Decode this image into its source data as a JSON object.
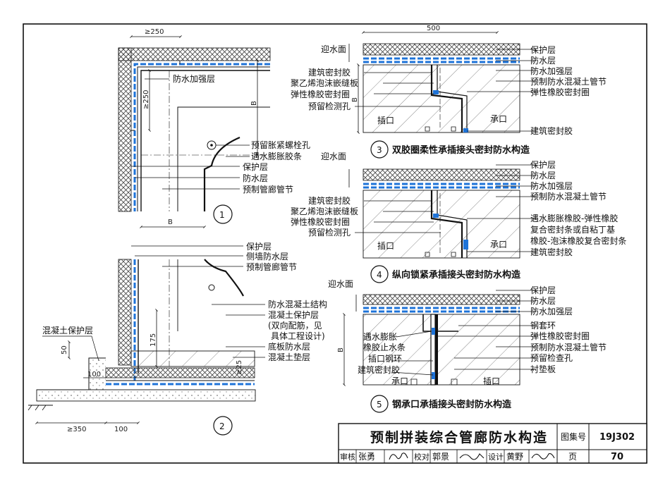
{
  "colors": {
    "waterproof": "#1e73d8",
    "line": "#111111",
    "hatch": "#444444"
  },
  "detail1": {
    "number": "1",
    "dim_top": "≥250",
    "dim_side": "≥250",
    "dim_B_side": "B",
    "dim_B_bottom": "B",
    "labels": [
      "防水加强层",
      "预留胀紧螺栓孔",
      "遇水膨胀胶条",
      "保护层",
      "防水层",
      "预制管廊管节"
    ]
  },
  "detail2": {
    "number": "2",
    "labels_top": [
      "保护层",
      "侧墙防水层",
      "预制管廊管节"
    ],
    "labels_right": [
      "防水混凝土结构",
      "混凝土保护层",
      "(双向配筋，见",
      "具体工程设计)",
      "底板防水层",
      "混凝土垫层"
    ],
    "label_left": "混凝土保护层",
    "dim_50": "50",
    "dim_100a": "100",
    "dim_175": "175",
    "dim_25": "≥25",
    "dim_350": "≥350",
    "dim_100b": "100"
  },
  "detail3": {
    "number": "3",
    "title": "双胶圈柔性承插接头密封防水构造",
    "dim_top": "500",
    "dim_B": "B",
    "water_side": "迎水面",
    "labels_left": [
      "建筑密封胶",
      "聚乙烯泡沫嵌缝板",
      "弹性橡胶密封圈",
      "预留检测孔"
    ],
    "labels_right": [
      "保护层",
      "防水层",
      "防水加强层",
      "预制防水混凝土管节",
      "弹性橡胶密封圈"
    ],
    "label_bottom_right": "建筑密封胶",
    "spigot": "插口",
    "socket": "承口"
  },
  "detail4": {
    "number": "4",
    "title": "纵向锁紧承插接头密封防水构造",
    "water_side": "迎水面",
    "labels_left": [
      "建筑密封胶",
      "聚乙烯泡沫嵌缝板",
      "弹性橡胶密封圈",
      "预留检测孔"
    ],
    "labels_right_top": [
      "保护层",
      "防水层",
      "防水加强层",
      "预制防水混凝土管节"
    ],
    "labels_right_bottom": [
      "遇水膨胀橡胶-弹性橡胶",
      "复合密封条或自粘丁基",
      "橡胶-泡沫橡胶复合密封条",
      "建筑密封胶"
    ],
    "spigot": "插口",
    "socket": "承口"
  },
  "detail5": {
    "number": "5",
    "title": "钢承口承插接头密封防水构造",
    "water_side": "迎水面",
    "dim_B": "B",
    "labels_left": [
      "遇水膨胀",
      "橡胶止水条",
      "插口钢环",
      "建筑密封胶"
    ],
    "labels_right": [
      "保护层",
      "防水层",
      "防水加强层",
      "钢套环",
      "弹性橡胶密封圈",
      "预制防水混凝土管节",
      "预留检查孔",
      "衬垫板"
    ],
    "socket": "承口",
    "spigot": "插口"
  },
  "title_block": {
    "title": "预制拼装综合管廊防水构造",
    "atlas_label": "图集号",
    "atlas_no": "19J302",
    "page_label": "页",
    "page_no": "70",
    "review_label": "审核",
    "reviewer": "张勇",
    "check_label": "校对",
    "checker": "郭景",
    "design_label": "设计",
    "designer": "黄野"
  }
}
